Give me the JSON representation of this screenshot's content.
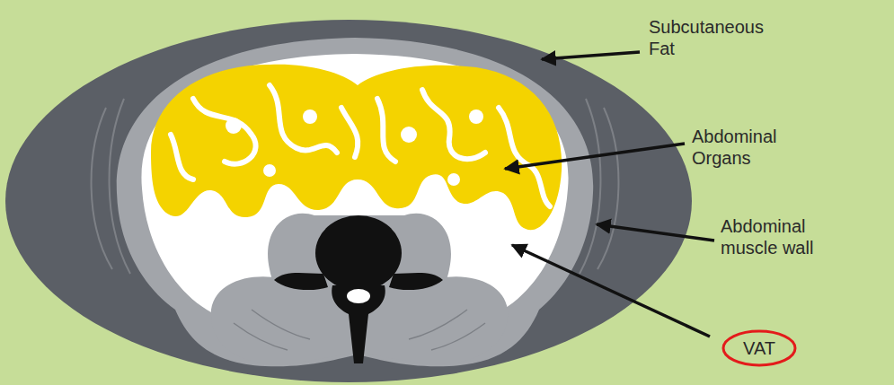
{
  "diagram": {
    "nodes": [
      {
        "text": [
          "VAT"
        ]
      }
    ],
    "labels": [
      "Subcutaneous Fat",
      "Abdominal Organs",
      "Abdominal muscle wall"
    ]
  }
}
